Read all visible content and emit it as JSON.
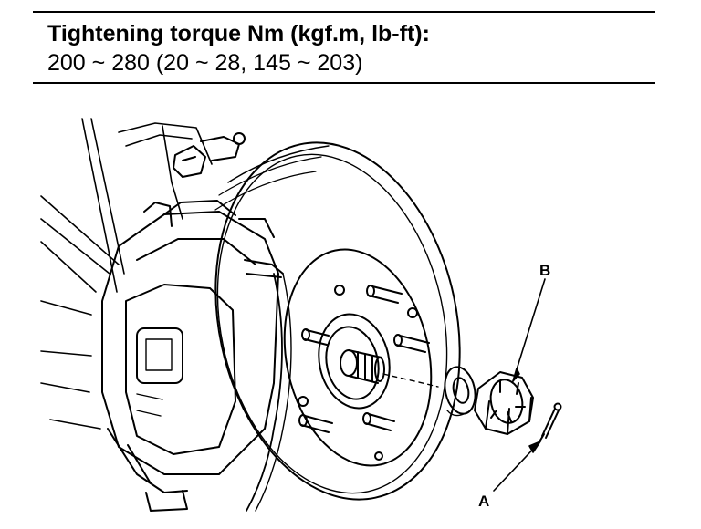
{
  "spec": {
    "title": "Tightening torque Nm (kgf.m, lb-ft):",
    "value": "200 ~ 280 (20 ~ 28, 145 ~ 203)"
  },
  "callouts": {
    "a": "A",
    "b": "B"
  }
}
